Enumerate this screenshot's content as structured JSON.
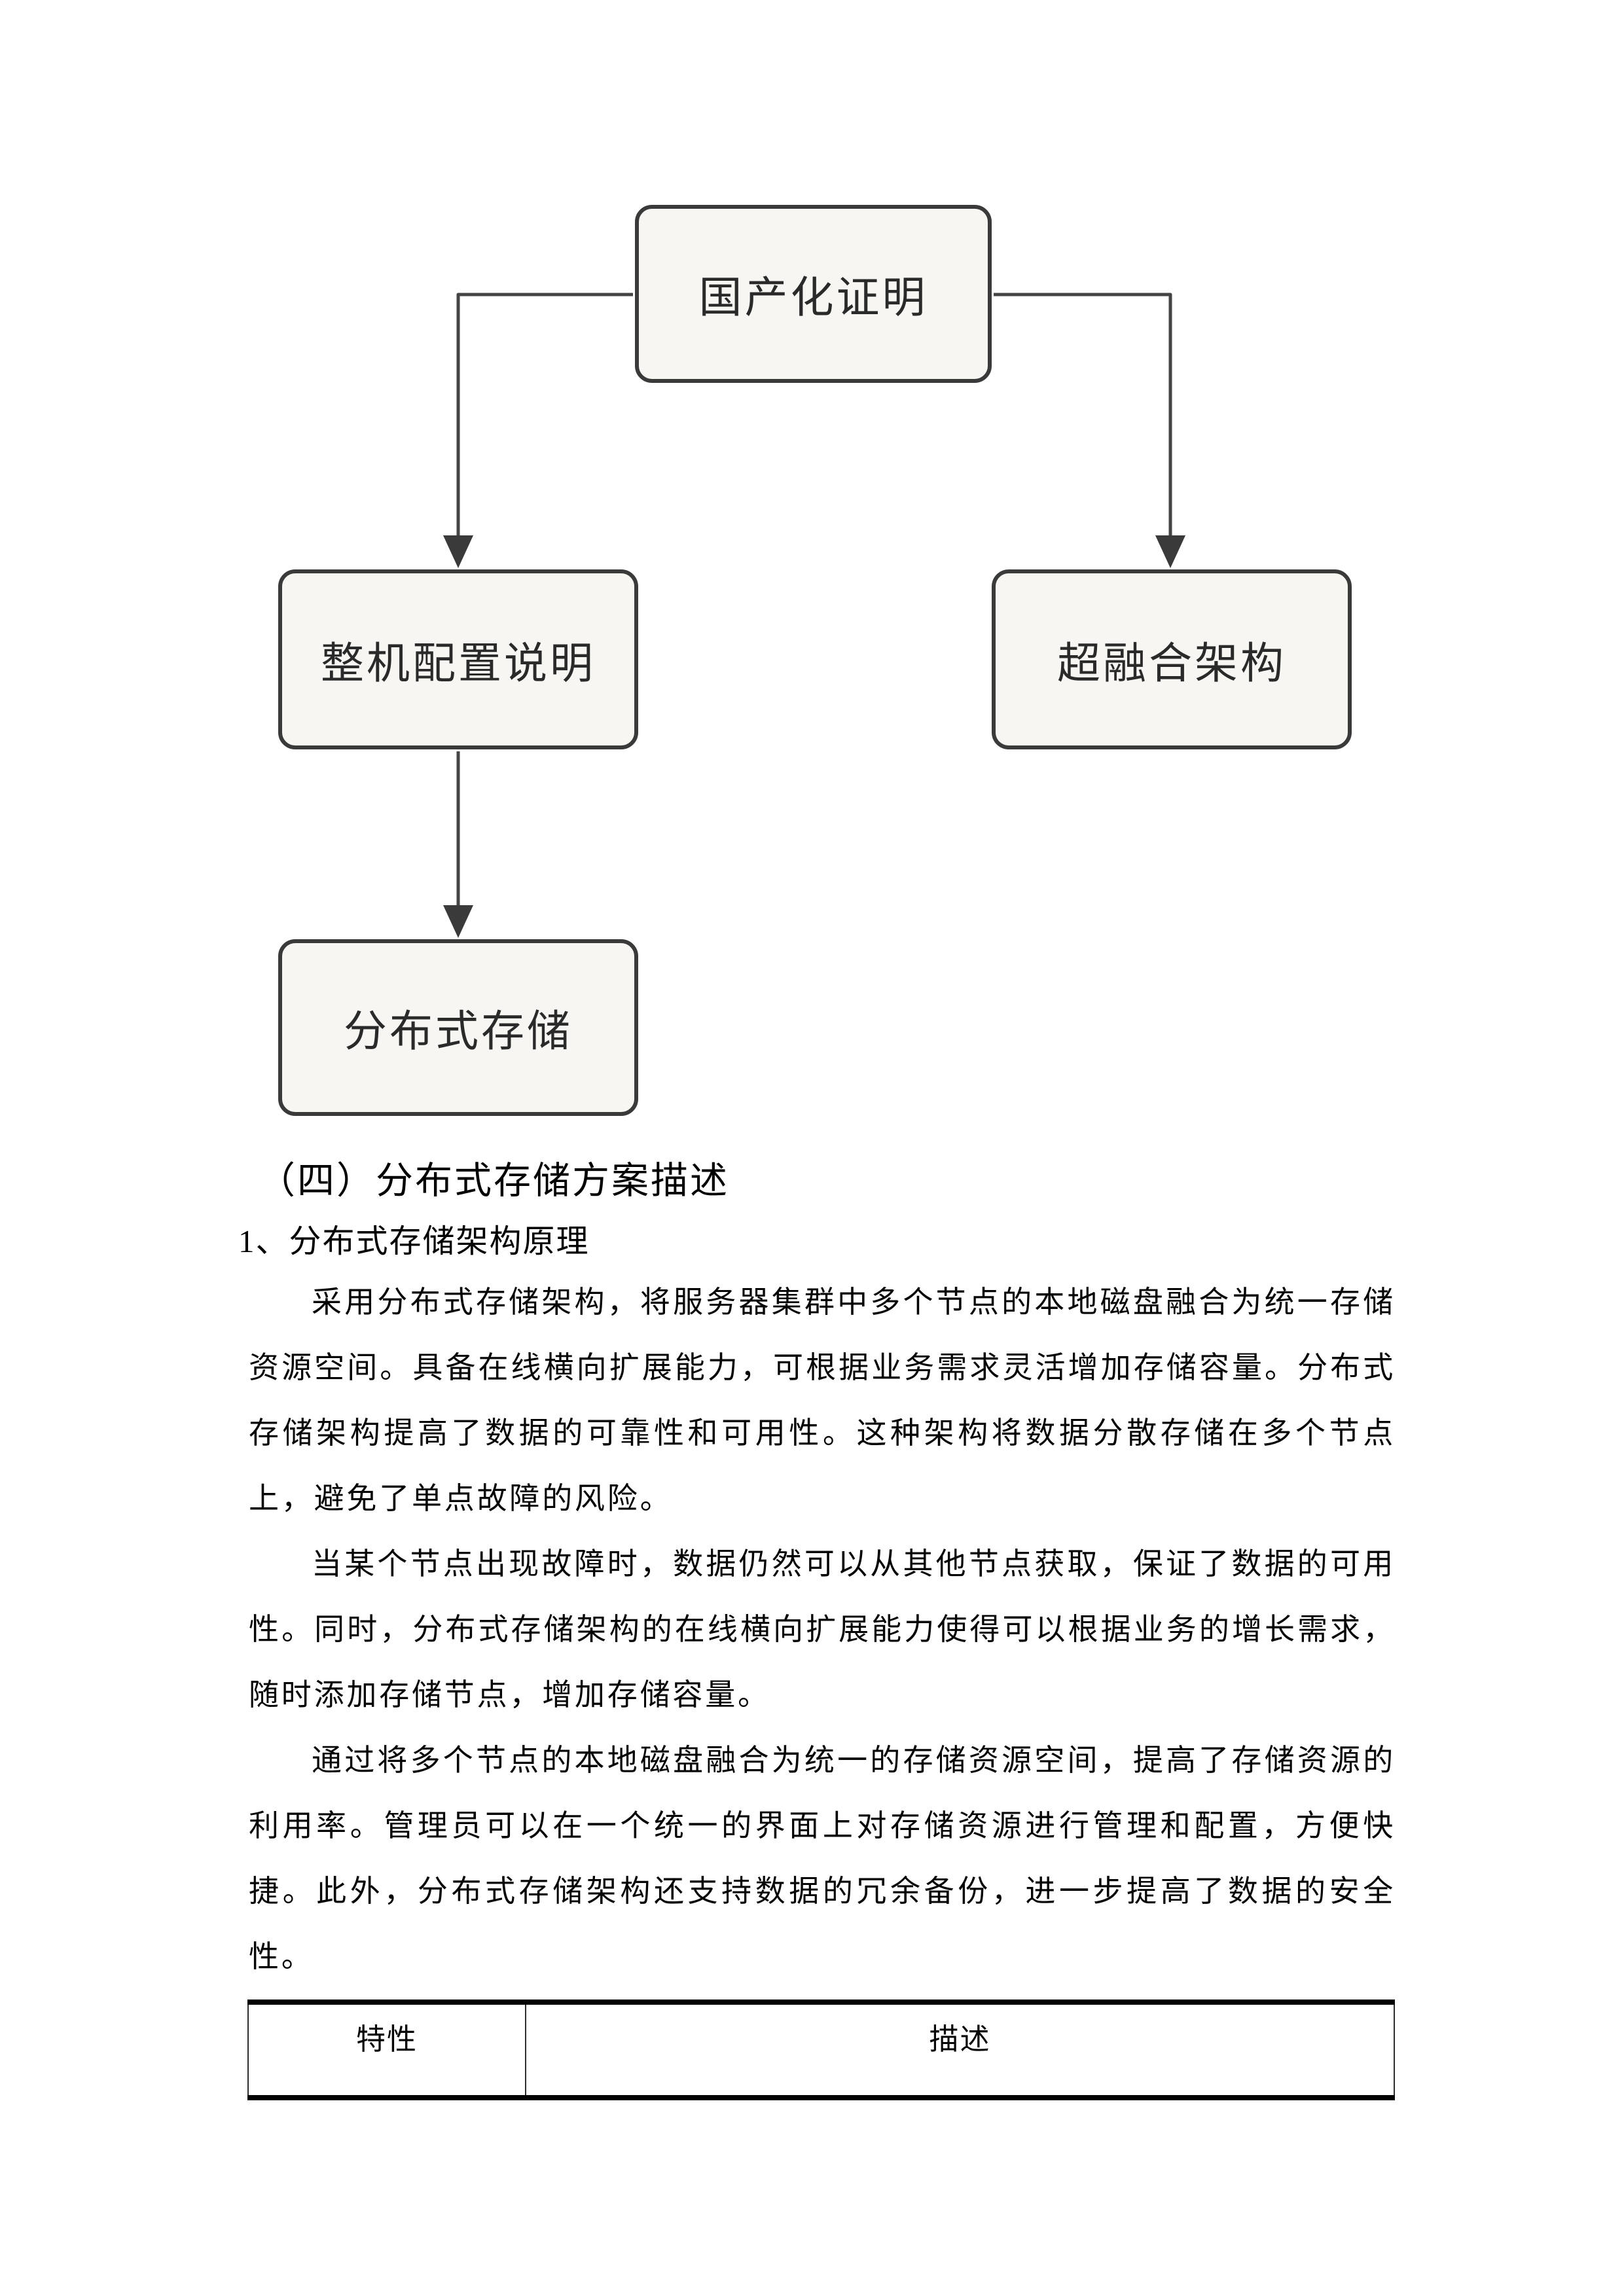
{
  "colors": {
    "page_background": "#ffffff",
    "node_fill": "#f7f6f3",
    "node_border": "#3a3a3a",
    "connector": "#444444",
    "text": "#050505"
  },
  "diagram": {
    "nodes": {
      "root": {
        "label": "国产化证明"
      },
      "left": {
        "label": "整机配置说明"
      },
      "right": {
        "label": "超融合架构"
      },
      "bottom": {
        "label": "分布式存储"
      }
    }
  },
  "section": {
    "heading": "（四）分布式存储方案描述",
    "subheading": "1、分布式存储架构原理",
    "paragraphs": [
      "采用分布式存储架构，将服务器集群中多个节点的本地磁盘融合为统一存储资源空间。具备在线横向扩展能力，可根据业务需求灵活增加存储容量。分布式存储架构提高了数据的可靠性和可用性。这种架构将数据分散存储在多个节点上，避免了单点故障的风险。",
      "当某个节点出现故障时，数据仍然可以从其他节点获取，保证了数据的可用性。同时，分布式存储架构的在线横向扩展能力使得可以根据业务的增长需求，随时添加存储节点，增加存储容量。",
      "通过将多个节点的本地磁盘融合为统一的存储资源空间，提高了存储资源的利用率。管理员可以在一个统一的界面上对存储资源进行管理和配置，方便快捷。此外，分布式存储架构还支持数据的冗余备份，进一步提高了数据的安全性。"
    ]
  },
  "table": {
    "headers": [
      "特性",
      "描述"
    ]
  }
}
